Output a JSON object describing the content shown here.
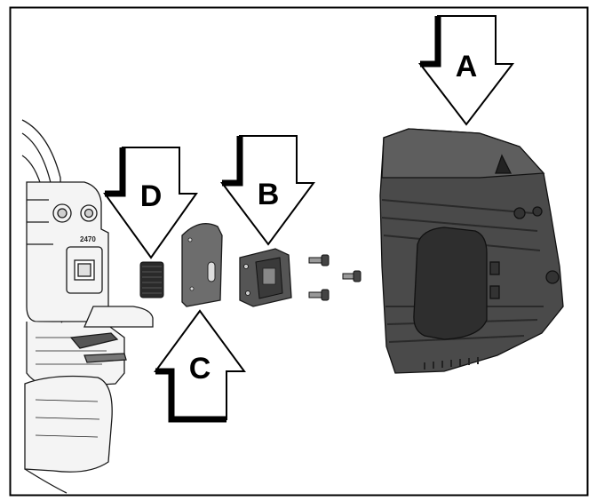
{
  "callouts": {
    "a": "A",
    "b": "B",
    "c": "C",
    "d": "D"
  },
  "engine_mark": "2470",
  "colors": {
    "frame": "#000000",
    "outline": "#1a1a1a",
    "engine_fill": "#f2f2f2",
    "dark_part": "#3a3a3a",
    "mid_part": "#5a5a5a"
  }
}
